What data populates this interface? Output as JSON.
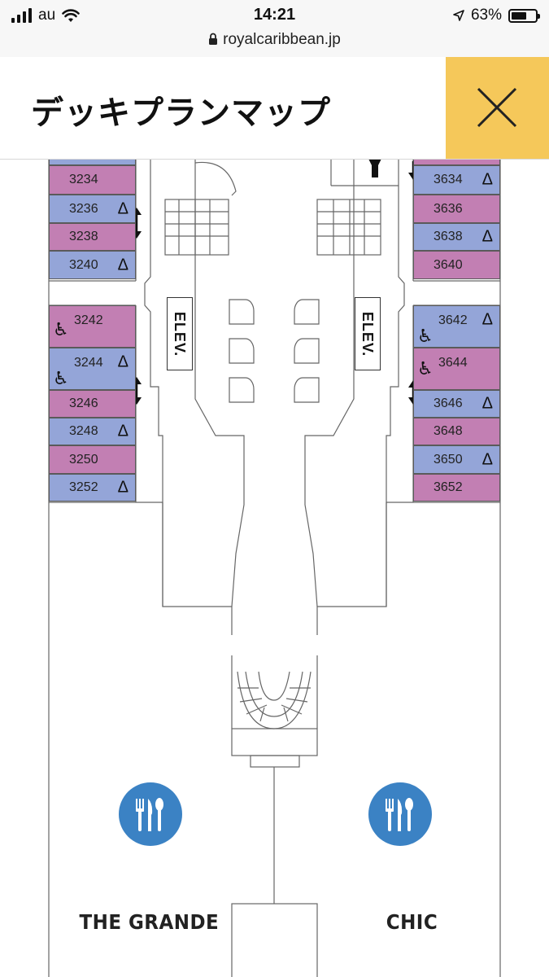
{
  "status_bar": {
    "carrier": "au",
    "time": "14:21",
    "url": "royalcaribbean.jp",
    "battery_percent": "63%",
    "battery_level": 0.63
  },
  "header": {
    "title": "デッキプランマップ",
    "close_icon": "close-icon"
  },
  "map": {
    "left_cabins": [
      {
        "number": "3234",
        "color": "purple",
        "triangle": false,
        "accessible": false
      },
      {
        "number": "3236",
        "color": "blue",
        "triangle": true,
        "accessible": false
      },
      {
        "number": "3238",
        "color": "purple",
        "triangle": false,
        "accessible": false
      },
      {
        "number": "3240",
        "color": "blue",
        "triangle": true,
        "accessible": false
      },
      {
        "number": "3242",
        "color": "purple",
        "triangle": false,
        "accessible": true
      },
      {
        "number": "3244",
        "color": "blue",
        "triangle": true,
        "accessible": true
      },
      {
        "number": "3246",
        "color": "purple",
        "triangle": false,
        "accessible": false
      },
      {
        "number": "3248",
        "color": "blue",
        "triangle": true,
        "accessible": false
      },
      {
        "number": "3250",
        "color": "purple",
        "triangle": false,
        "accessible": false
      },
      {
        "number": "3252",
        "color": "blue",
        "triangle": true,
        "accessible": false
      }
    ],
    "right_cabins": [
      {
        "number": "3634",
        "color": "blue",
        "triangle": true,
        "accessible": false
      },
      {
        "number": "3636",
        "color": "purple",
        "triangle": false,
        "accessible": false
      },
      {
        "number": "3638",
        "color": "blue",
        "triangle": true,
        "accessible": false
      },
      {
        "number": "3640",
        "color": "purple",
        "triangle": false,
        "accessible": false
      },
      {
        "number": "3642",
        "color": "blue",
        "triangle": true,
        "accessible": true
      },
      {
        "number": "3644",
        "color": "purple",
        "triangle": false,
        "accessible": true
      },
      {
        "number": "3646",
        "color": "blue",
        "triangle": true,
        "accessible": false
      },
      {
        "number": "3648",
        "color": "purple",
        "triangle": false,
        "accessible": false
      },
      {
        "number": "3650",
        "color": "blue",
        "triangle": true,
        "accessible": false
      },
      {
        "number": "3652",
        "color": "purple",
        "triangle": false,
        "accessible": false
      }
    ],
    "elevator_label": "ELEV.",
    "venues": [
      {
        "name": "THE GRANDE",
        "icon": "dining-icon"
      },
      {
        "name": "CHIC",
        "icon": "dining-icon"
      }
    ],
    "colors": {
      "purple": "#c27fb3",
      "blue": "#94a5d8",
      "dining_blue": "#3b82c4",
      "close_yellow": "#f5c85a"
    },
    "symbols": {
      "triangle": "Δ",
      "accessible": "♿"
    }
  }
}
